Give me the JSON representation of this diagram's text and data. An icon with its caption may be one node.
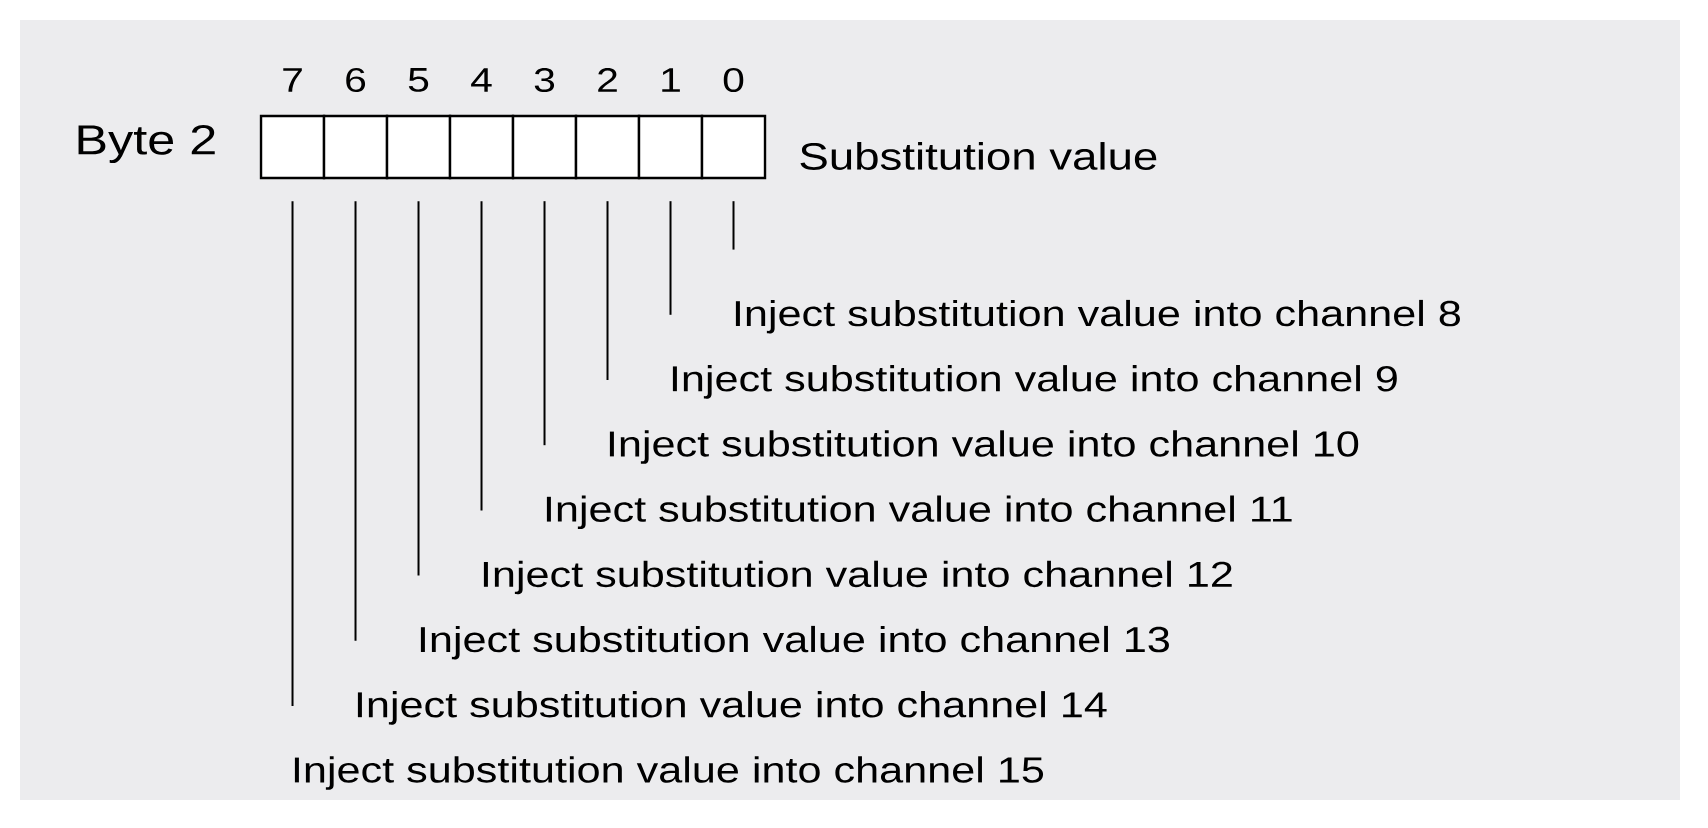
{
  "diagram": {
    "nodes": [
      {
        "text": [],
        "shape": "box",
        "beside": [
          "7"
        ]
      },
      {
        "text": [],
        "shape": "box",
        "beside": [
          "6"
        ]
      },
      {
        "text": [],
        "shape": "box",
        "beside": [
          "5"
        ]
      },
      {
        "text": [],
        "shape": "box",
        "beside": [
          "4"
        ]
      },
      {
        "text": [],
        "shape": "box",
        "beside": [
          "3"
        ]
      },
      {
        "text": [],
        "shape": "box",
        "beside": [
          "2"
        ]
      },
      {
        "text": [],
        "shape": "box",
        "beside": [
          "1"
        ]
      },
      {
        "text": [],
        "shape": "box",
        "beside": [
          "0"
        ]
      },
      {
        "text": [
          "Inject substitution value into channel 8"
        ]
      },
      {
        "text": [
          "Inject substitution value into channel 9"
        ]
      },
      {
        "text": [
          "Inject substitution value into channel 10"
        ]
      },
      {
        "text": [
          "Inject substitution value into channel 11"
        ]
      },
      {
        "text": [
          "Inject substitution value into channel 12"
        ]
      },
      {
        "text": [
          "Inject substitution value into channel 13"
        ]
      },
      {
        "text": [
          "Inject substitution value into channel 14"
        ]
      },
      {
        "text": [
          "Inject substitution value into channel 15"
        ]
      }
    ],
    "edges": [
      {
        "from": 8,
        "to": 7,
        "arrow": "none"
      },
      {
        "from": 9,
        "to": 6,
        "arrow": "none"
      },
      {
        "from": 10,
        "to": 5,
        "arrow": "none"
      },
      {
        "from": 11,
        "to": 4,
        "arrow": "none"
      },
      {
        "from": 12,
        "to": 3,
        "arrow": "none"
      },
      {
        "from": 13,
        "to": 2,
        "arrow": "none"
      },
      {
        "from": 14,
        "to": 1,
        "arrow": "none"
      },
      {
        "from": 15,
        "to": 0,
        "arrow": "none"
      }
    ],
    "labels": [
      "Byte 2",
      "Substitution value"
    ]
  }
}
